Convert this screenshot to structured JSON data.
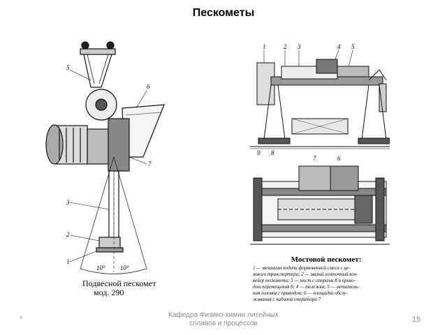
{
  "slide": {
    "title": "Пескометы",
    "footer_left": "*",
    "footer_center_line1": "Кафедра Физико-химии литейных",
    "footer_center_line2": "сплавов и процессов",
    "page_number": "15"
  },
  "left_figure": {
    "caption_line1": "Подвесной пескомет",
    "caption_line2": "мод. 290",
    "callouts": [
      "5",
      "6",
      "7",
      "3",
      "2",
      "1"
    ],
    "angle_left": "10°",
    "angle_right": "10°"
  },
  "right_figure": {
    "callouts_top": [
      "1",
      "2",
      "3",
      "4",
      "5"
    ],
    "callouts_bottom": [
      "9",
      "8"
    ],
    "callouts_plan": [
      "7",
      "6"
    ],
    "caption_title": "Мостовой пескомет:",
    "legend_lines": [
      "1 — механизм подачи формовочной смеси с це-",
      "хового транспортера; 2 — малый ленточный кон-",
      "вейер пескомета; 3 — мост с опорами 8 и приво-",
      "дом перемещения 9; 4 — тележка; 5 — метатель-",
      "ная головка с приводом; 6 — площадка обслу-",
      "живания с кабиной оператора 7"
    ]
  }
}
